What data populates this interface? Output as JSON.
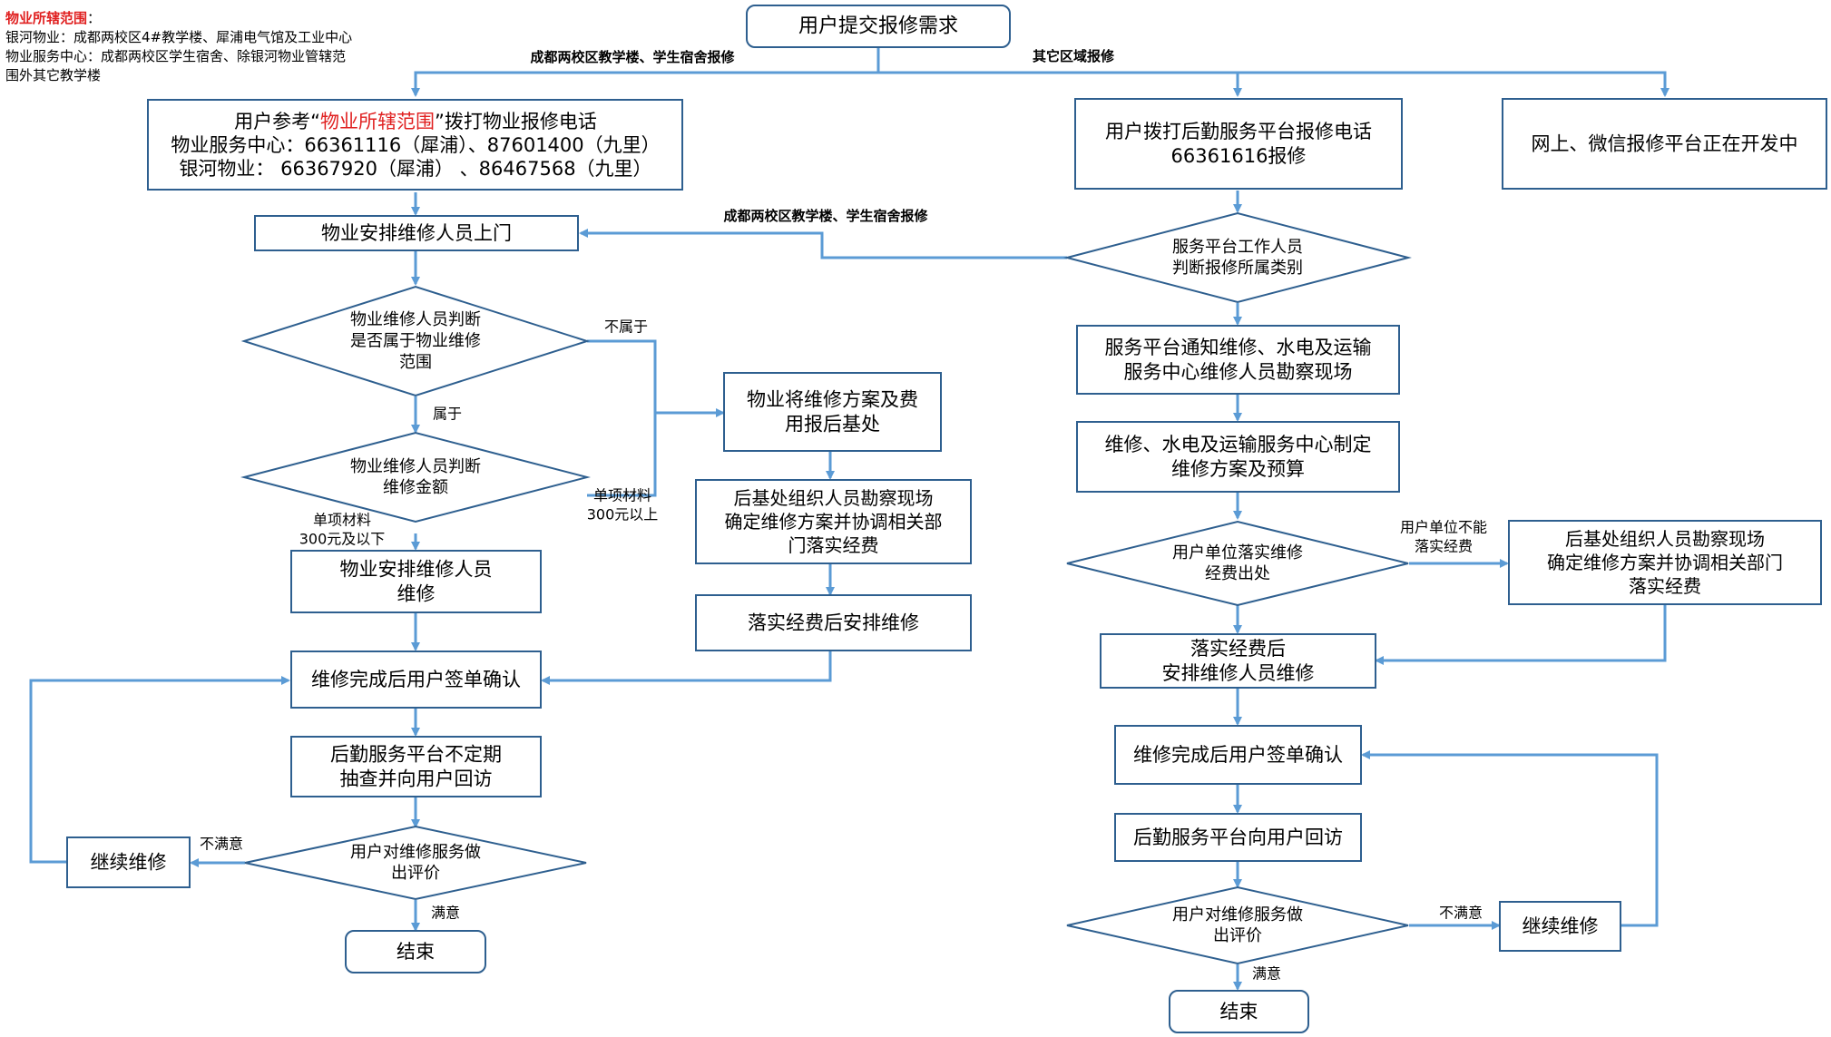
{
  "colors": {
    "line": "#5B9BD5",
    "border": "#2E5F8F",
    "highlight": "#E02020"
  },
  "scope_note": {
    "title": "物业所辖范围",
    "title_suffix": "：",
    "line1": "银河物业：成都两校区4#教学楼、犀浦电气馆及工业中心",
    "line2": "物业服务中心：成都两校区学生宿舍、除银河物业管辖范",
    "line3": "围外其它教学楼"
  },
  "nodes": {
    "start": [
      "用户提交报修需求"
    ],
    "call_property": {
      "before": "用户参考“",
      "highlight": "物业所辖范围",
      "after": "”拨打物业报修电话",
      "line2": "物业服务中心：66361116（犀浦）、87601400（九里）",
      "line3": "银河物业：  66367920（犀浦） 、86467568（九里）"
    },
    "call_platform": [
      "用户拨打后勤服务平台报修电话",
      "66361616报修"
    ],
    "online": [
      "网上、微信报修平台正在开发中"
    ],
    "property_dispatch": [
      "物业安排维修人员上门"
    ],
    "platform_judge": [
      "服务平台工作人员",
      "判断报修所属类别"
    ],
    "property_judge_scope": [
      "物业维修人员判断",
      "是否属于物业维修",
      "范围"
    ],
    "property_plan": [
      "物业将维修方案及费",
      "用报后基处"
    ],
    "property_judge_amount": [
      "物业维修人员判断",
      "维修金额"
    ],
    "hq_survey_left": [
      "后基处组织人员勘察现场",
      "确定维修方案并协调相关部",
      "门落实经费"
    ],
    "property_repair": [
      "物业安排维修人员",
      "维修"
    ],
    "funded_repair_left": [
      "落实经费后安排维修"
    ],
    "sign_left": [
      "维修完成后用户签单确认"
    ],
    "audit_left": [
      "后勤服务平台不定期",
      "抽查并向用户回访"
    ],
    "eval_left": [
      "用户对维修服务做",
      "出评价"
    ],
    "continue_left": [
      "继续维修"
    ],
    "end_left": [
      "结束"
    ],
    "notify_center": [
      "服务平台通知维修、水电及运输",
      "服务中心维修人员勘察现场"
    ],
    "center_plan": [
      "维修、水电及运输服务中心制定",
      "维修方案及预算"
    ],
    "unit_funding": [
      "用户单位落实维修",
      "经费出处"
    ],
    "hq_survey_right": [
      "后基处组织人员勘察现场",
      "确定维修方案并协调相关部门",
      "落实经费"
    ],
    "funded_repair_right": [
      "落实经费后",
      "安排维修人员维修"
    ],
    "sign_right": [
      "维修完成后用户签单确认"
    ],
    "visit_right": [
      "后勤服务平台向用户回访"
    ],
    "eval_right": [
      "用户对维修服务做",
      "出评价"
    ],
    "continue_right": [
      "继续维修"
    ],
    "end_right": [
      "结束"
    ]
  },
  "edge_labels": {
    "top_left": [
      "成都两校区教学楼、学生宿舍报修"
    ],
    "top_right": [
      "其它区域报修"
    ],
    "mid_left": [
      "成都两校区教学楼、学生宿舍报修"
    ],
    "not_belong": [
      "不属于"
    ],
    "belong": [
      "属于"
    ],
    "over_300": [
      "单项材料",
      "300元以上"
    ],
    "under_300": [
      "单项材料",
      "300元及以下"
    ],
    "unit_cannot": [
      "用户单位不能",
      "落实经费"
    ],
    "unsatisfied_left": [
      "不满意"
    ],
    "satisfied_left": [
      "满意"
    ],
    "unsatisfied_right": [
      "不满意"
    ],
    "satisfied_right": [
      "满意"
    ]
  }
}
